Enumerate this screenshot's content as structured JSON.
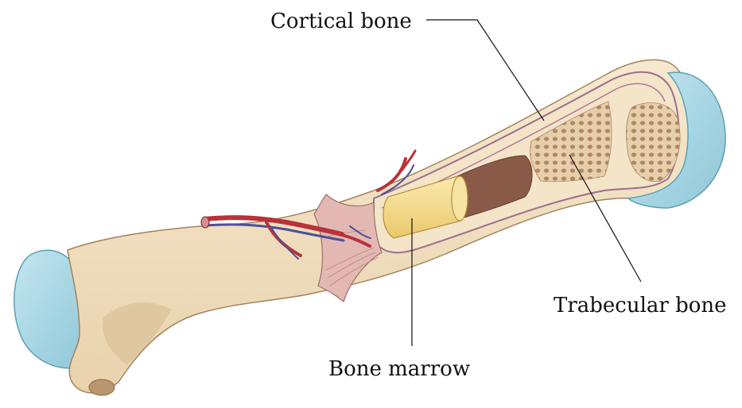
{
  "labels": {
    "cortical": "Cortical bone",
    "trabecular": "Trabecular bone",
    "marrow": "Bone marrow"
  },
  "colors": {
    "bone": "#f1dfbf",
    "bone_shadow": "#d9bf96",
    "cartilage": "#a9d8e6",
    "cartilage_shadow": "#7fbcd0",
    "marrow": "#f4dc8c",
    "cavity": "#8a5a48",
    "trabecular": "#c9a27f",
    "vessel_red": "#b8323a",
    "vessel_blue": "#4c4f9a",
    "periosteum": "#d9a9a6",
    "leader_line": "#111111"
  },
  "icons": [
    "long-bone-illustration"
  ]
}
